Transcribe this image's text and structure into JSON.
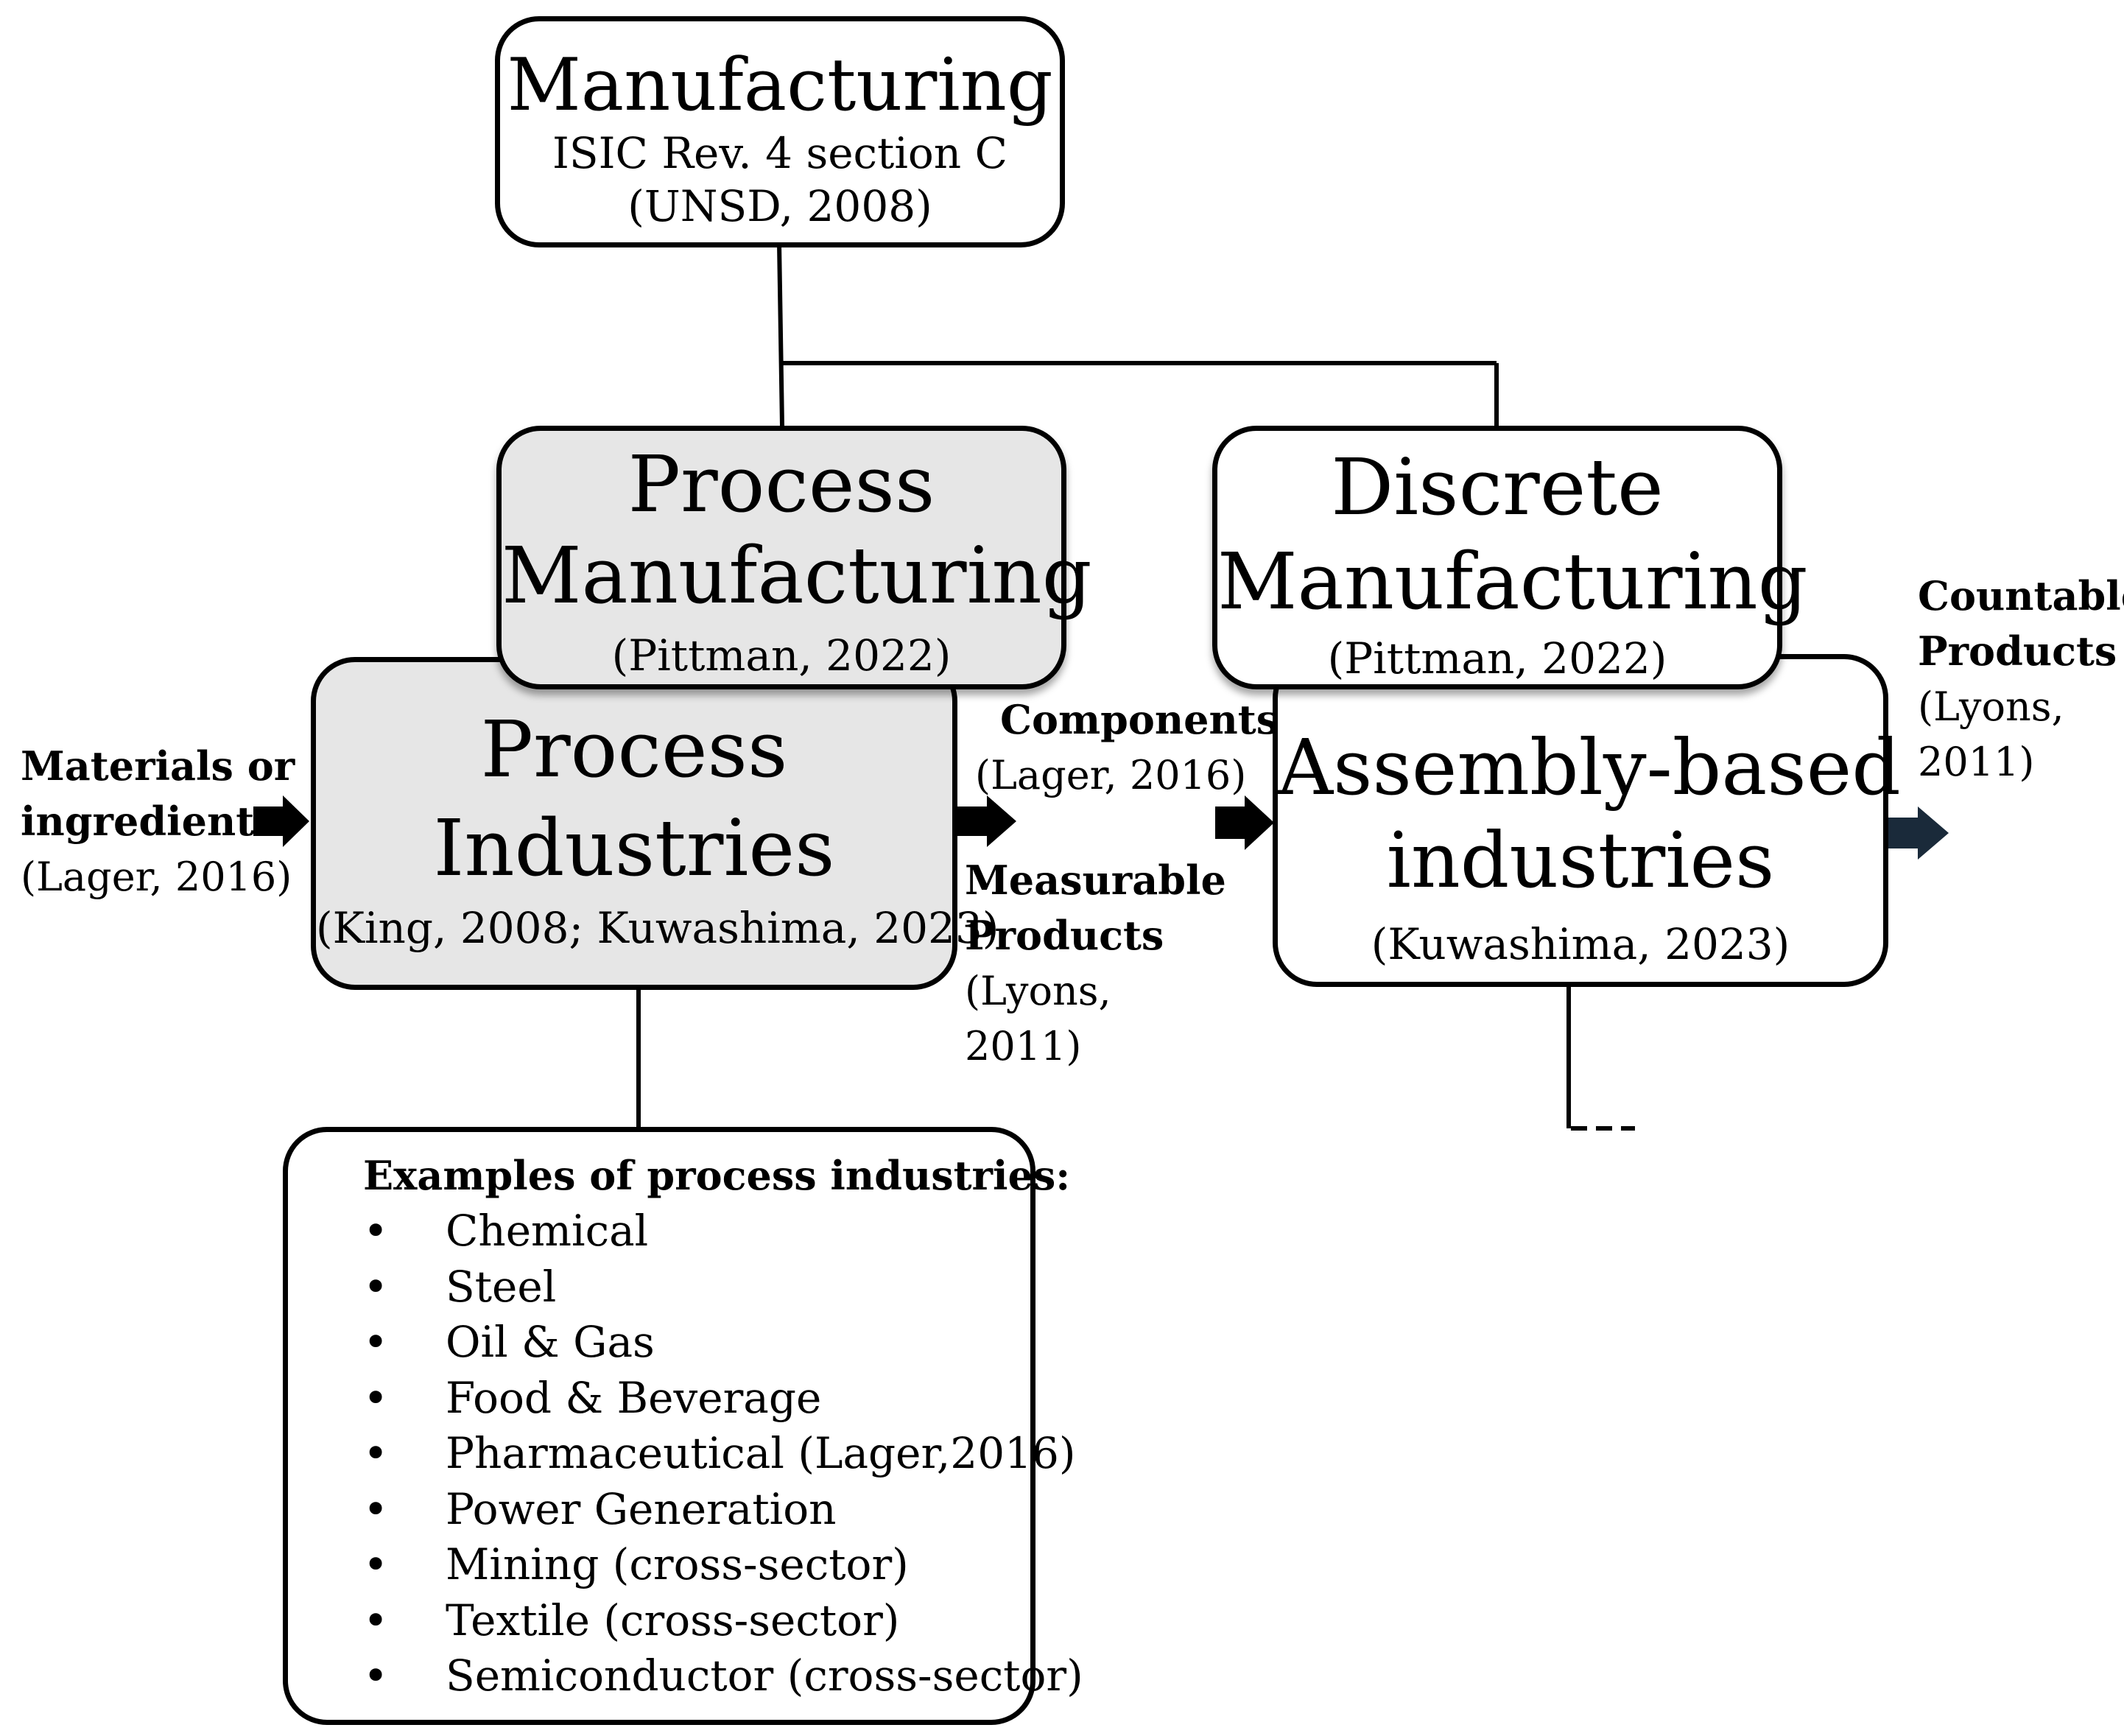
{
  "manufacturing": {
    "title": "Manufacturing",
    "line1": "ISIC Rev. 4 section C",
    "line2": "(UNSD, 2008)"
  },
  "process_manufacturing": {
    "title1": "Process",
    "title2": "Manufacturing",
    "cite": "(Pittman, 2022)"
  },
  "discrete_manufacturing": {
    "title1": "Discrete",
    "title2": "Manufacturing",
    "cite": "(Pittman, 2022)"
  },
  "process_industries": {
    "title1": "Process",
    "title2": "Industries",
    "cite": "(King, 2008; Kuwashima, 2023)"
  },
  "assembly_industries": {
    "title1": "Assembly-based",
    "title2": "industries",
    "cite": "(Kuwashima, 2023)"
  },
  "inputs": {
    "label1": "Materials or",
    "label2": "ingredients",
    "cite": "(Lager, 2016)"
  },
  "components": {
    "label": "Components",
    "cite": "(Lager, 2016)"
  },
  "measurable": {
    "label1": "Measurable",
    "label2": "Products",
    "cite1": "(Lyons,",
    "cite2": "2011)"
  },
  "countable": {
    "label1": "Countable",
    "label2": "Products",
    "cite1": "(Lyons,",
    "cite2": "2011)"
  },
  "examples": {
    "heading": "Examples of process industries:",
    "items": [
      "Chemical",
      "Steel",
      "Oil & Gas",
      "Food & Beverage",
      "Pharmaceutical (Lager,2016)",
      "Power Generation",
      "Mining (cross-sector)",
      "Textile (cross-sector)",
      "Semiconductor (cross-sector)"
    ]
  },
  "colors": {
    "process_fill": "#e6e6e6",
    "countable_arrow": "#1a2a3a"
  }
}
